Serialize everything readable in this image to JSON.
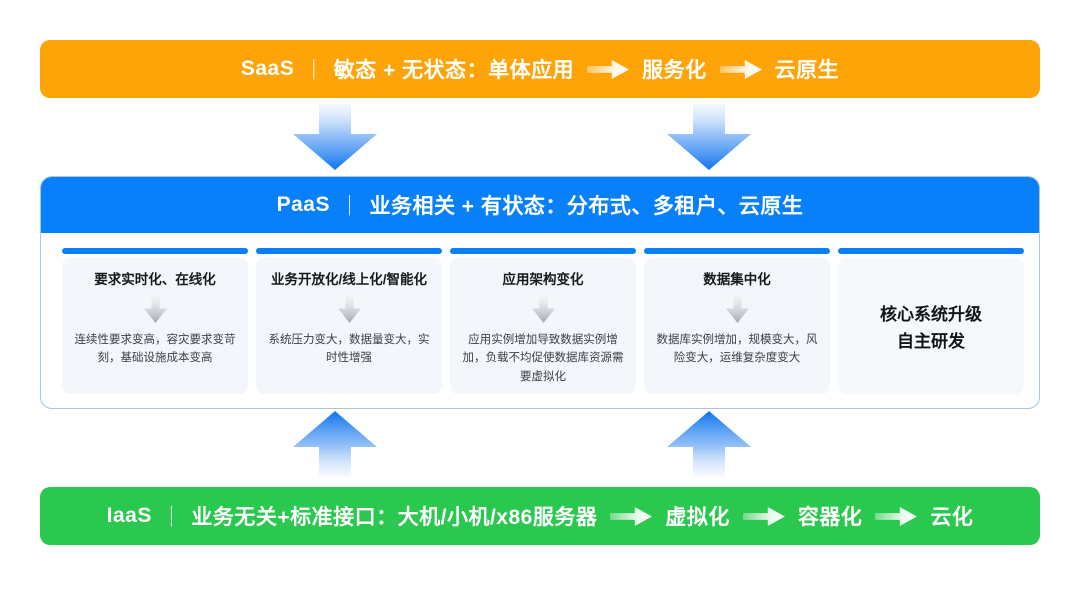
{
  "layers": {
    "saas": {
      "label": "SaaS",
      "separator": "｜",
      "description": "敏态 + 无状态：单体应用",
      "steps": [
        "服务化",
        "云原生"
      ],
      "color": "#FFA408"
    },
    "paas": {
      "label": "PaaS",
      "separator": "｜",
      "description": "业务相关 + 有状态：分布式、多租户、云原生",
      "color": "#0880FA"
    },
    "iaas": {
      "label": "IaaS",
      "separator": "｜",
      "description": "业务无关+标准接口：大机/小机/x86服务器",
      "steps": [
        "虚拟化",
        "容器化",
        "云化"
      ],
      "color": "#2BC84F"
    }
  },
  "pain_points": [
    {
      "title": "要求实时化、在线化",
      "body": "连续性要求变高，容灾要求变苛刻，基础设施成本变高"
    },
    {
      "title": "业务开放化/线上化/智能化",
      "body": "系统压力变大，数据量变大，实时性增强"
    },
    {
      "title": "应用架构变化",
      "body": "应用实例增加导致数据实例增加，负载不均促使数据库资源需要虚拟化"
    },
    {
      "title": "数据集中化",
      "body": "数据库实例增加，规模变大，风险变大，运维复杂度变大"
    }
  ],
  "highlight_card": {
    "line1": "核心系统升级",
    "line2": "自主研发"
  },
  "icons": {
    "right-arrow-icon": "➔",
    "down-arrow-icon": "▼",
    "up-arrow-icon": "▲"
  },
  "colors": {
    "panel_border": "#A9C6E0",
    "card_background": "#F3F7FB",
    "card_accent": "#0880FA",
    "arrow_blue": "#0C77F0",
    "arrow_gray": "#A9AEB8"
  }
}
